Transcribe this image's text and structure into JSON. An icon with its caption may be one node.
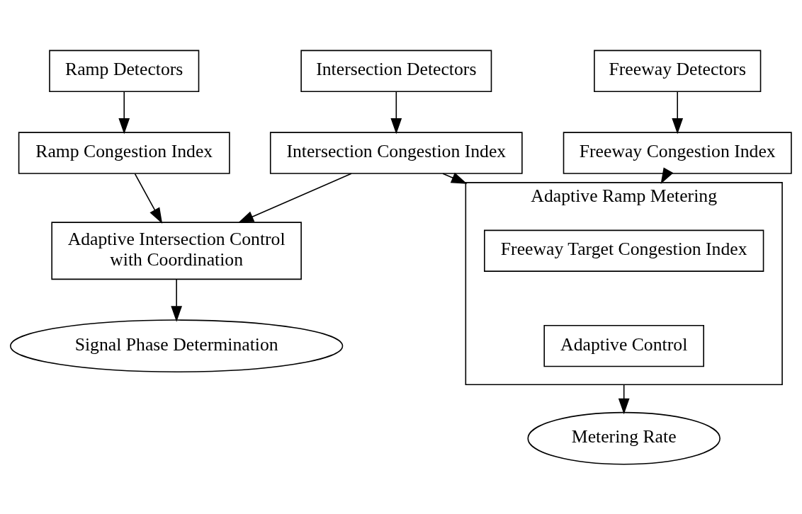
{
  "diagram": {
    "nodes": [
      {
        "text": [
          "Intersection Detectors"
        ]
      },
      {
        "text": [
          "Ramp Detectors"
        ]
      },
      {
        "text": [
          "Freeway Detectors"
        ]
      },
      {
        "text": [
          "Intersection Congestion Index"
        ]
      },
      {
        "text": [
          "Freeway Congestion Index"
        ]
      },
      {
        "text": [
          "Ramp Congestion Index"
        ]
      },
      {
        "text": [
          "Adaptive Intersection Control with Coordination"
        ]
      },
      {
        "text": [
          "Adaptive Ramp Metering"
        ]
      },
      {
        "text": [
          "Freeway Target Congestion Index"
        ],
        "in": 7
      },
      {
        "text": [
          "Adaptive Control"
        ],
        "in": 7
      },
      {
        "text": [
          "Signal Phase Determination"
        ]
      },
      {
        "text": [
          "Metering Rate"
        ]
      }
    ],
    "edges": [
      {
        "from": 0,
        "to": 3,
        "arrow": "to"
      },
      {
        "from": 1,
        "to": 5,
        "arrow": "to"
      },
      {
        "from": 2,
        "to": 4,
        "arrow": "to"
      },
      {
        "from": 3,
        "to": 6,
        "arrow": "to"
      },
      {
        "from": 5,
        "to": 6,
        "arrow": "to"
      },
      {
        "from": 3,
        "to": 7,
        "arrow": "to"
      },
      {
        "from": 4,
        "to": 7,
        "arrow": "to"
      },
      {
        "from": 6,
        "to": 10,
        "arrow": "to"
      },
      {
        "from": 7,
        "to": 11,
        "arrow": "to"
      }
    ]
  }
}
